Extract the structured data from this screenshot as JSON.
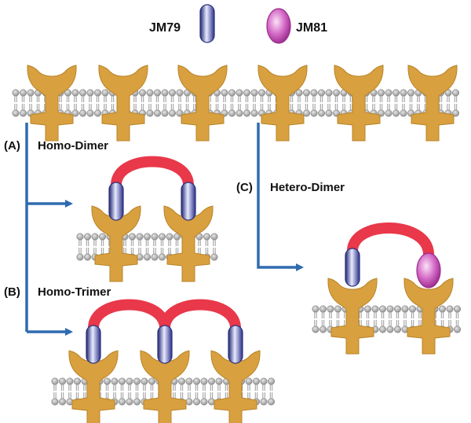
{
  "legend": {
    "jm79": "JM79",
    "jm81": "JM81"
  },
  "labels": {
    "a_marker": "(A)",
    "a_text": "Homo-Dimer",
    "b_marker": "(B)",
    "b_text": "Homo-Trimer",
    "c_marker": "(C)",
    "c_text": "Hetero-Dimer"
  },
  "colors": {
    "receptor": "#d9a040",
    "jm79": "#3a3fa0",
    "jm81": "#c64fb8",
    "linker": "#e8384a",
    "arrow": "#2f6bb0",
    "lipid_head": "#a7a7a7"
  }
}
